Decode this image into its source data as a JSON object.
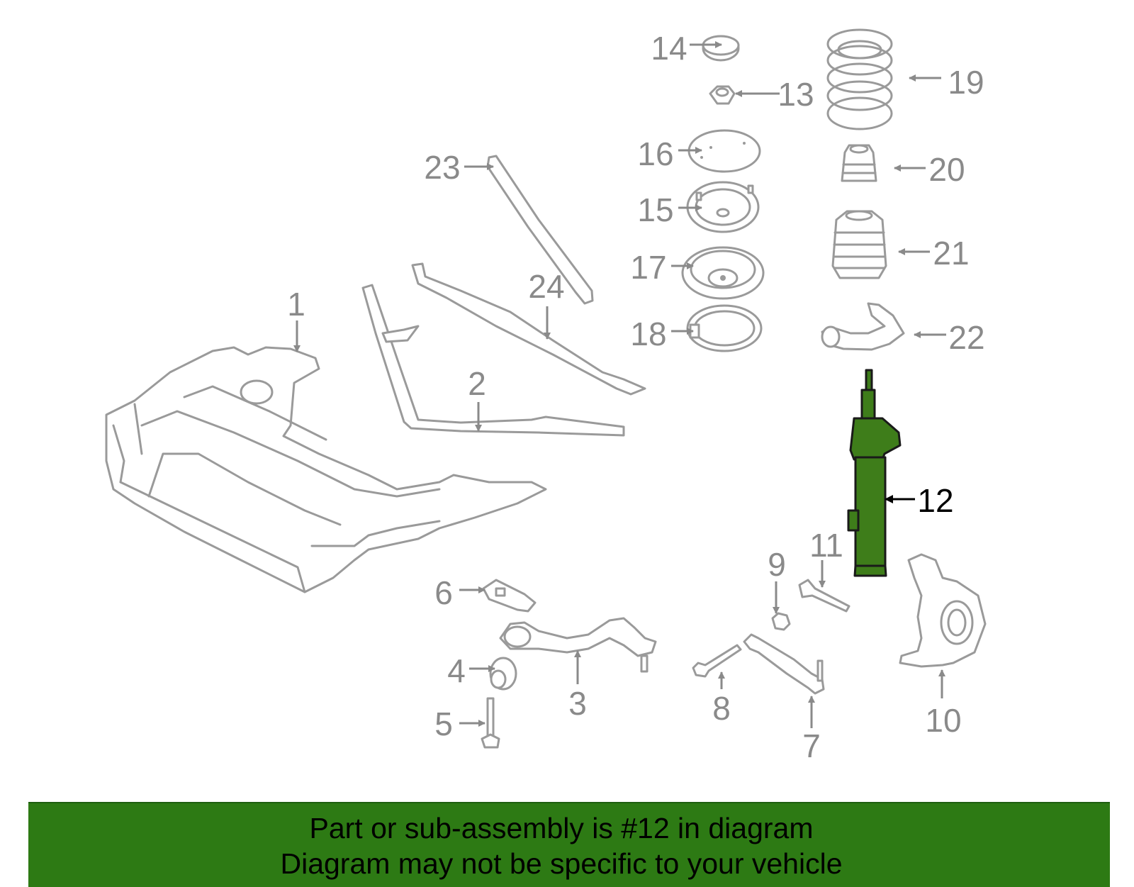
{
  "colors": {
    "highlight_part": "#3e7d1a",
    "banner": "#2d7a14",
    "outline": "#9a9a9a",
    "callout_text": "#8a8a8a",
    "highlight_text": "#000000"
  },
  "diagram": {
    "highlighted_part": "12",
    "callouts": [
      "1",
      "2",
      "3",
      "4",
      "5",
      "6",
      "7",
      "8",
      "9",
      "10",
      "11",
      "12",
      "13",
      "14",
      "15",
      "16",
      "17",
      "18",
      "19",
      "20",
      "21",
      "22",
      "23",
      "24"
    ]
  },
  "banner": {
    "line1": "Part or sub-assembly is #12 in diagram",
    "line2": "Diagram may not be specific to your vehicle"
  }
}
